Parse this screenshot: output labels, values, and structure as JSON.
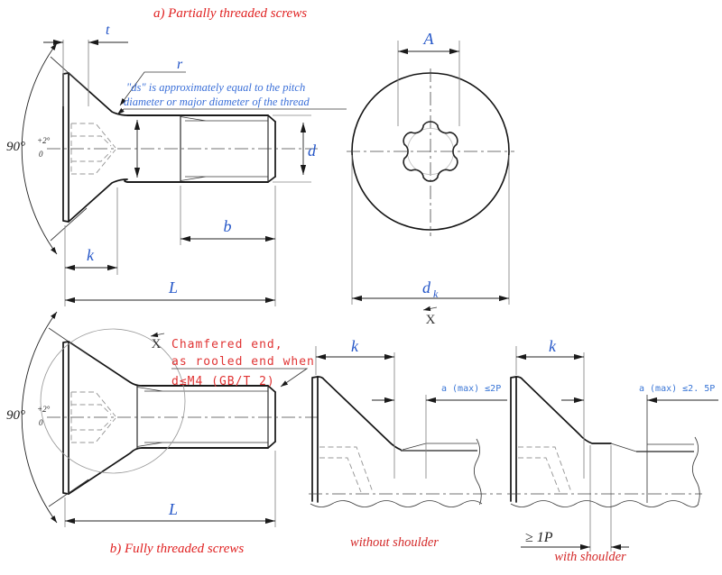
{
  "figure": {
    "title_a": "a) Partially threaded screws",
    "title_b": "b) Fully threaded screws",
    "caption_without": "without shoulder",
    "caption_with": "with shoulder"
  },
  "labels": {
    "t": "t",
    "r": "r",
    "d": "d",
    "b": "b",
    "k": "k",
    "L": "L",
    "A": "A",
    "dk_base": "d",
    "dk_sub": "k",
    "view_x": "X",
    "angle_base": "90°",
    "angle_sup": "+2°",
    "angle_sub": "0",
    "a_max_2p": "a (max) ≤2P",
    "a_max_25p": "a (max) ≤2. 5P",
    "min_pitch": "≥ 1P"
  },
  "notes": {
    "ds_line1": "\"ds\" is approximately equal to the pitch",
    "ds_line2": "diameter or major diameter of the thread",
    "chamfer_line1": "Chamfered end,",
    "chamfer_line2": "as rooled end when",
    "chamfer_line3": "d≤M4 (GB/T 2)"
  },
  "colors": {
    "outline": "#141414",
    "label_blue": "#2456c8",
    "note_blue": "#3a6fd8",
    "title_red": "#e02222",
    "note_red": "#e03333",
    "hidden_gray": "#979797"
  }
}
